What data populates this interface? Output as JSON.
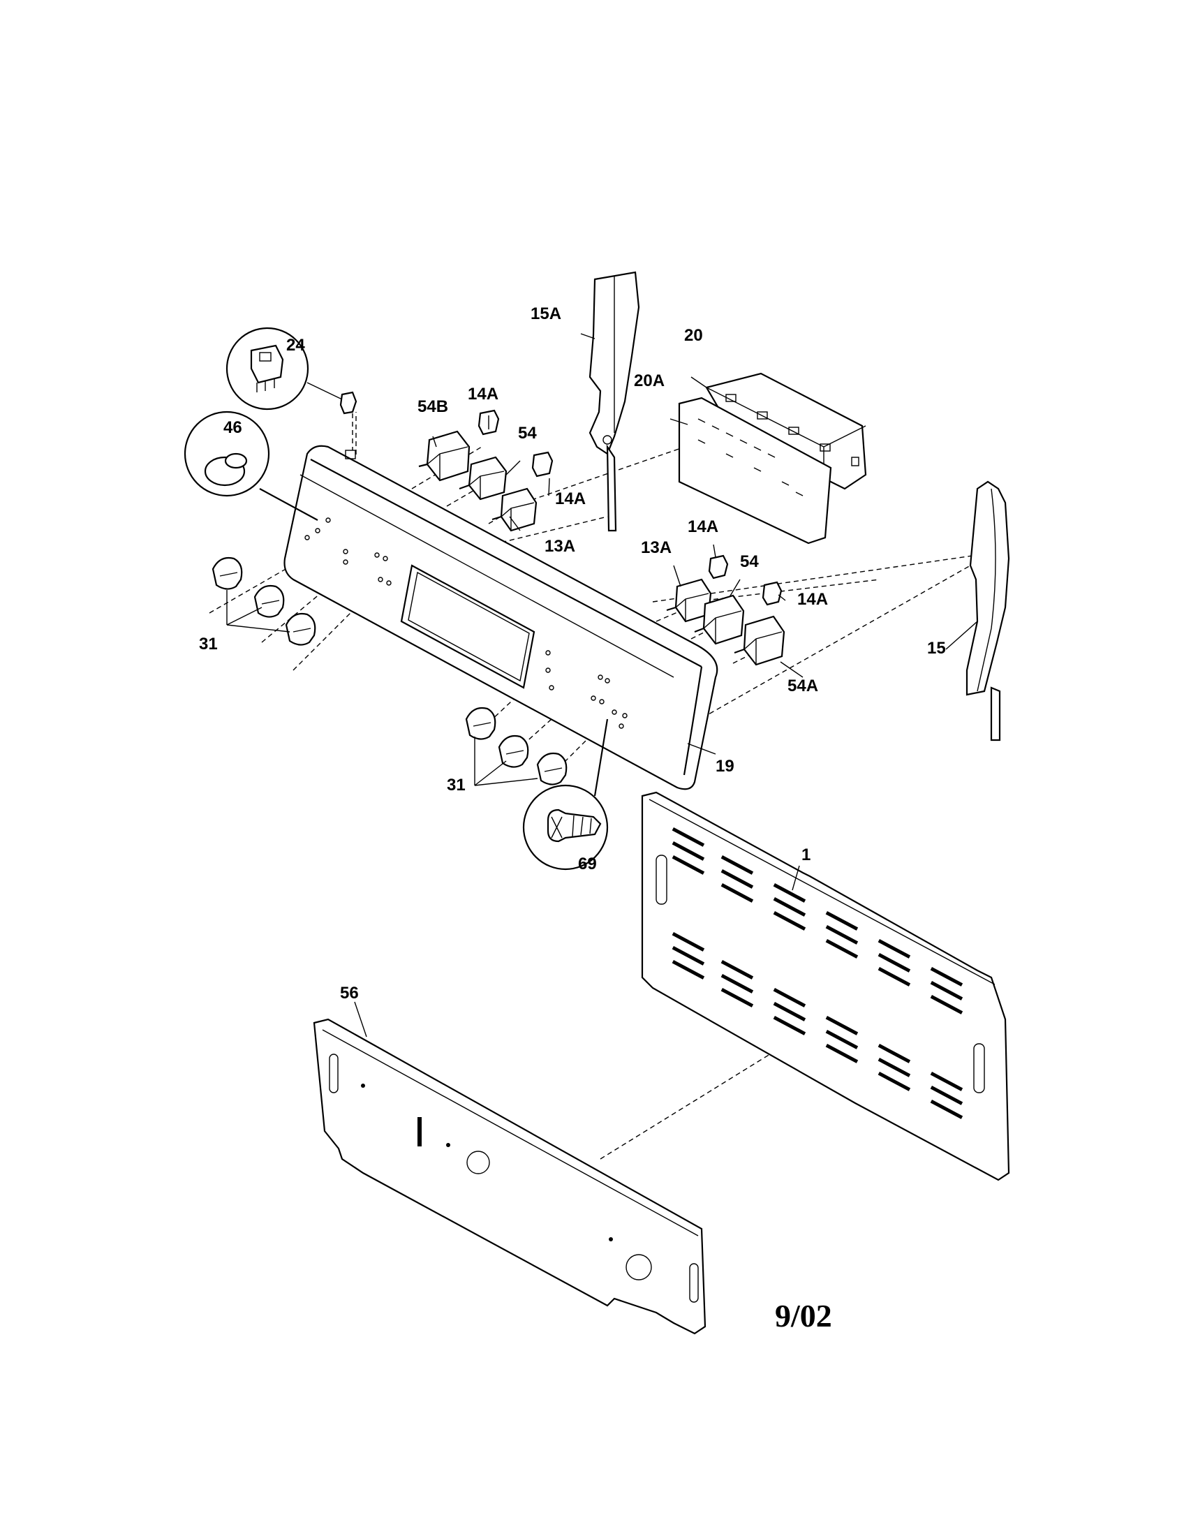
{
  "labels": {
    "p1": "1",
    "p13A_a": "13A",
    "p13A_b": "13A",
    "p14A_a": "14A",
    "p14A_b": "14A",
    "p14A_c": "14A",
    "p14A_d": "14A",
    "p15": "15",
    "p15A": "15A",
    "p19": "19",
    "p20": "20",
    "p20A": "20A",
    "p24": "24",
    "p31_a": "31",
    "p31_b": "31",
    "p46": "46",
    "p54_a": "54",
    "p54_b": "54",
    "p54A": "54A",
    "p54B": "54B",
    "p56": "56",
    "p69": "69"
  },
  "date_code": "9/02"
}
